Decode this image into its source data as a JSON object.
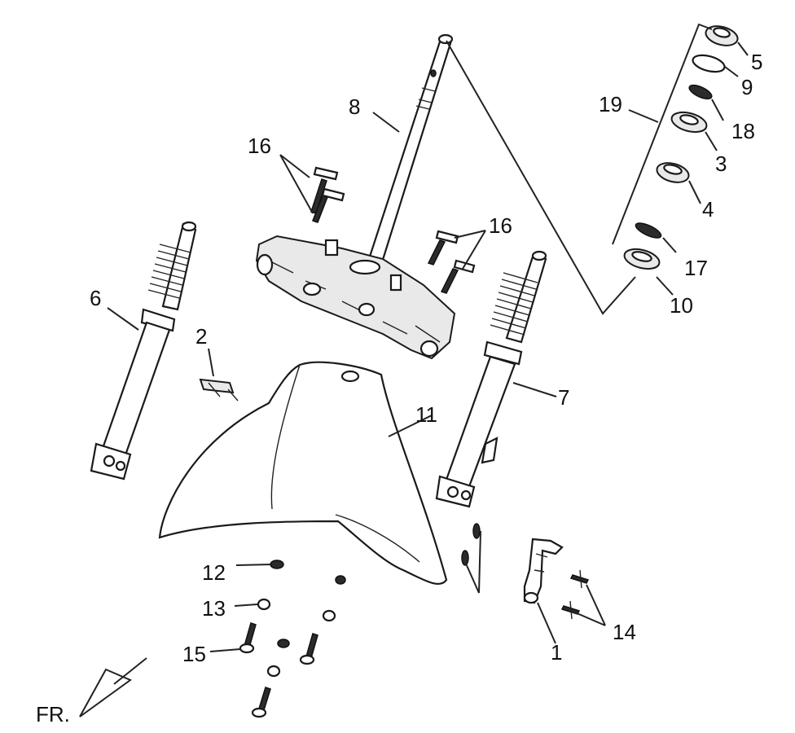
{
  "labels": {
    "l1": "1",
    "l2": "2",
    "l3": "3",
    "l4": "4",
    "l5": "5",
    "l6": "6",
    "l7": "7",
    "l8": "8",
    "l9": "9",
    "l10": "10",
    "l11": "11",
    "l12": "12",
    "l13": "13",
    "l14": "14",
    "l15": "15",
    "l16a": "16",
    "l16b": "16",
    "l17": "17",
    "l18": "18",
    "l19": "19",
    "fr": "FR."
  }
}
